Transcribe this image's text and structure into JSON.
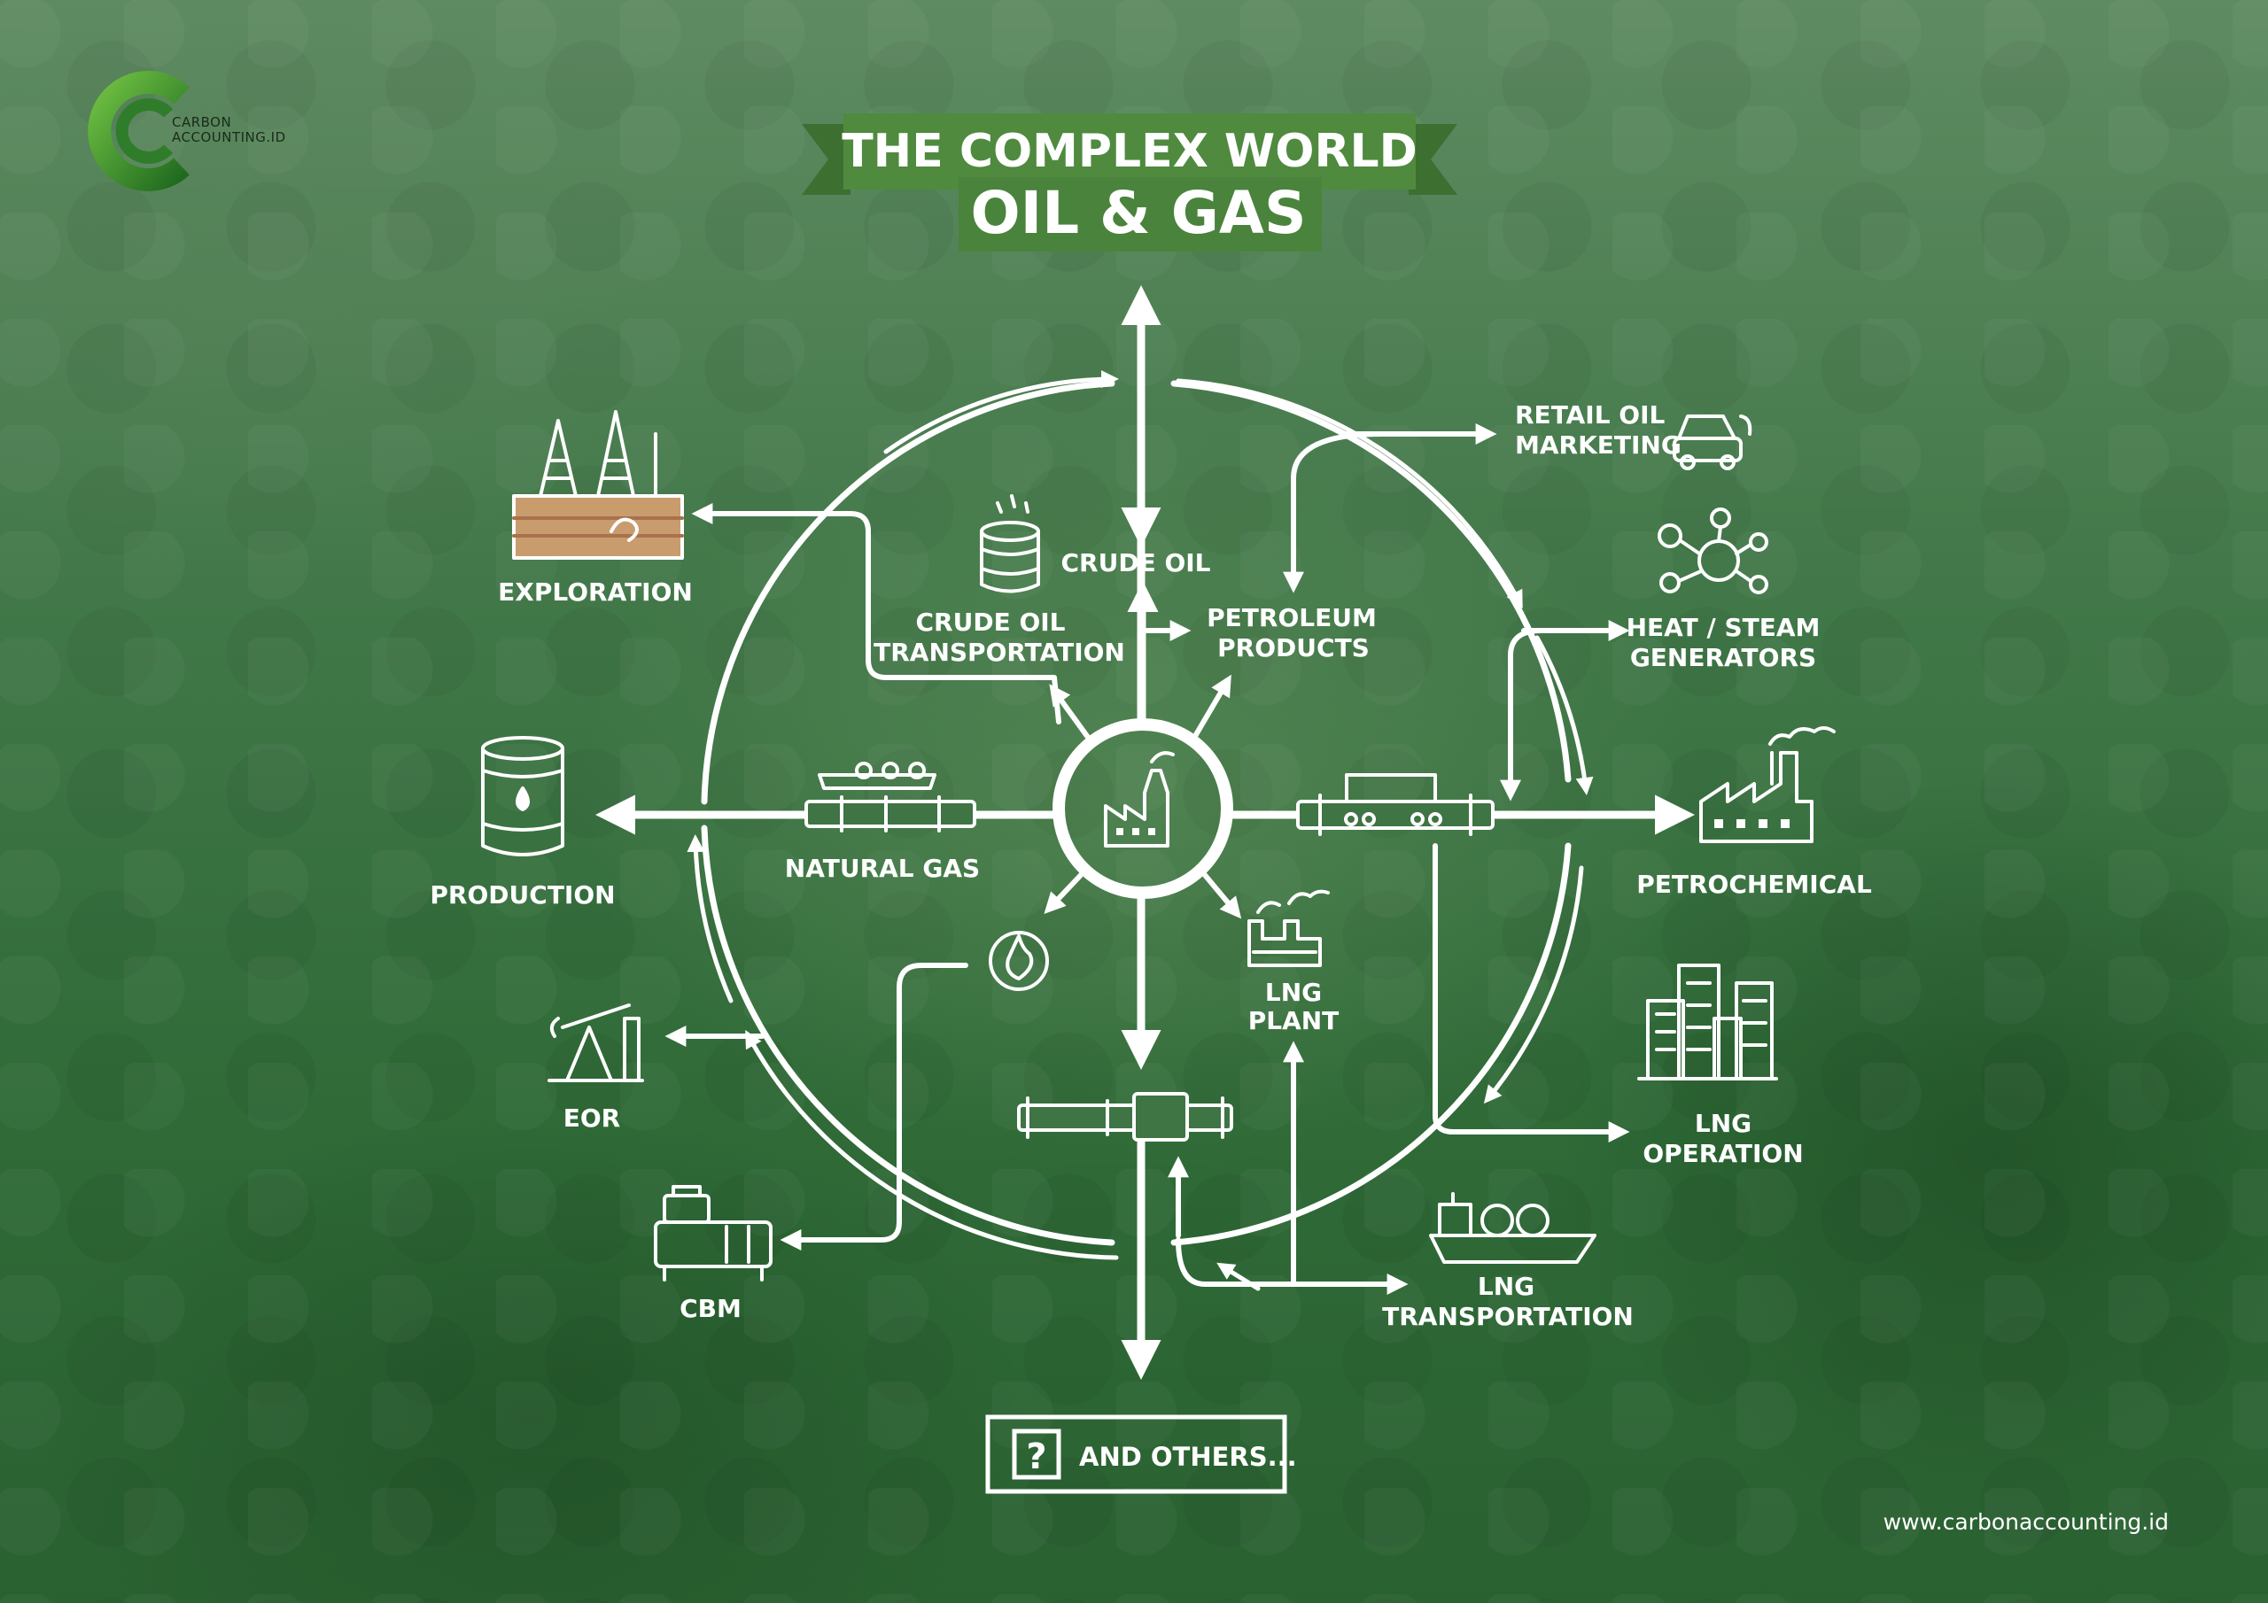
{
  "brand": {
    "logo_line1": "CARBON",
    "logo_line2": "ACCOUNTING.ID",
    "website": "www.carbonaccounting.id"
  },
  "title": {
    "line1": "THE COMPLEX WORLD",
    "line2": "OIL & GAS"
  },
  "inner_labels": {
    "crude_oil": "CRUDE OIL",
    "crude_oil_transportation_1": "CRUDE OIL",
    "crude_oil_transportation_2": "TRANSPORTATION",
    "petroleum_products_1": "PETROLEUM",
    "petroleum_products_2": "PRODUCTS",
    "natural_gas": "NATURAL GAS",
    "lng_plant_1": "LNG",
    "lng_plant_2": "PLANT"
  },
  "outer_labels": {
    "exploration": "EXPLORATION",
    "production": "PRODUCTION",
    "eor": "EOR",
    "cbm": "CBM",
    "retail_1": "RETAIL OIL",
    "retail_2": "MARKETING",
    "heat_1": "HEAT / STEAM",
    "heat_2": "GENERATORS",
    "petrochemical": "PETROCHEMICAL",
    "lng_operation_1": "LNG",
    "lng_operation_2": "OPERATION",
    "lng_transport_1": "LNG",
    "lng_transport_2": "TRANSPORTATION"
  },
  "others": {
    "symbol": "?",
    "label": "AND OTHERS..."
  },
  "colors": {
    "title_banner": "#4f8a3f",
    "title_ribbon": "#3d6f31",
    "line": "#ffffff",
    "logo_green": "#3e9a2e"
  }
}
